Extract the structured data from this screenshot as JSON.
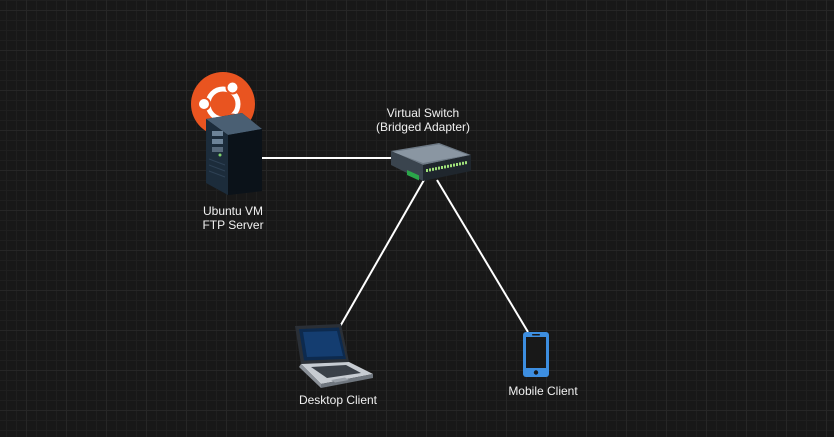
{
  "diagram": {
    "nodes": {
      "server": {
        "label_line1": "Ubuntu VM",
        "label_line2": "FTP Server",
        "icons": [
          "ubuntu-logo",
          "server-tower"
        ],
        "accent": "#e95420"
      },
      "switch": {
        "label_line1": "Virtual Switch",
        "label_line2": "(Bridged Adapter)",
        "icon": "network-switch"
      },
      "desktop": {
        "label": "Desktop Client",
        "icon": "laptop"
      },
      "mobile": {
        "label": "Mobile Client",
        "icon": "smartphone",
        "accent": "#3d8ee0"
      }
    },
    "links": [
      {
        "from": "server",
        "to": "switch"
      },
      {
        "from": "switch",
        "to": "desktop"
      },
      {
        "from": "switch",
        "to": "mobile"
      }
    ],
    "colors": {
      "background": "#181818",
      "link": "#ffffff",
      "text": "#f0f0f0"
    }
  }
}
